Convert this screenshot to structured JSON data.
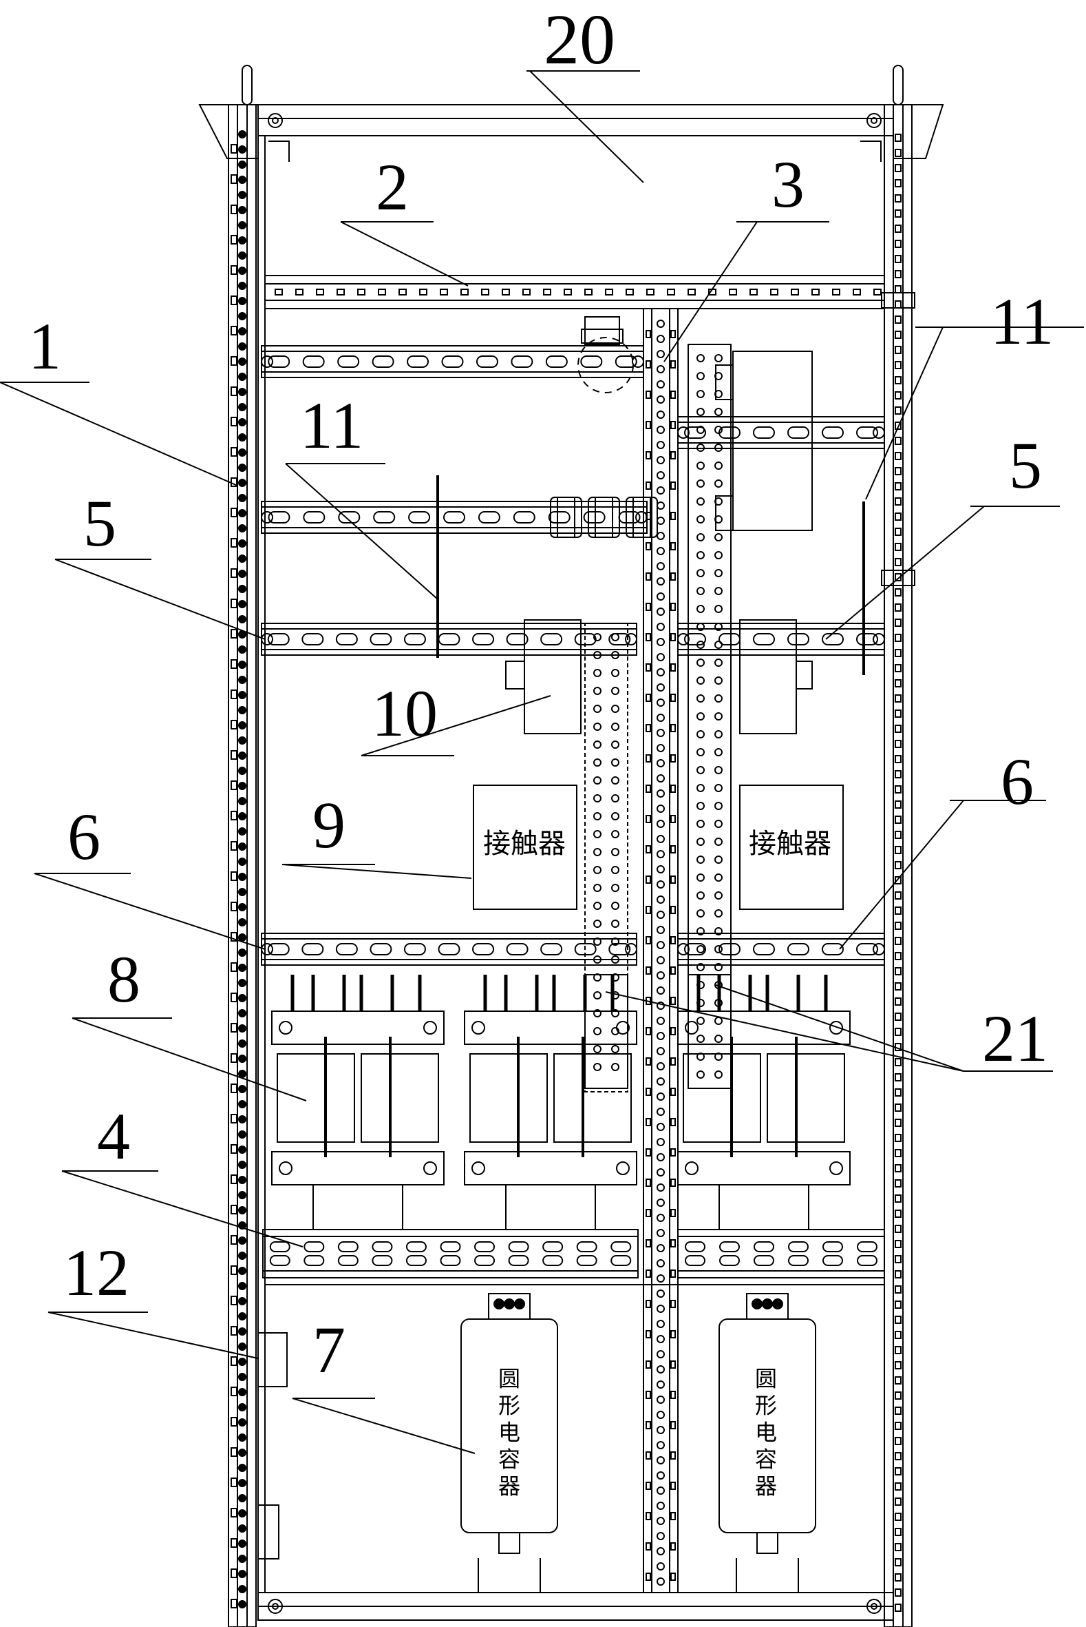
{
  "labels": {
    "n20": "20",
    "n2": "2",
    "n3": "3",
    "n1": "1",
    "n11_left": "11",
    "n11_right": "11",
    "n5_left": "5",
    "n5_right": "5",
    "n10": "10",
    "n9": "9",
    "n6_left": "6",
    "n6_right": "6",
    "n8": "8",
    "n21": "21",
    "n4": "4",
    "n12": "12",
    "n7": "7"
  },
  "texts": {
    "contactor_left": "接触器",
    "contactor_right": "接触器",
    "capacitor_left": [
      "圆",
      "形",
      "电",
      "容",
      "器"
    ],
    "capacitor_right": [
      "圆",
      "形",
      "电",
      "容",
      "器"
    ]
  }
}
